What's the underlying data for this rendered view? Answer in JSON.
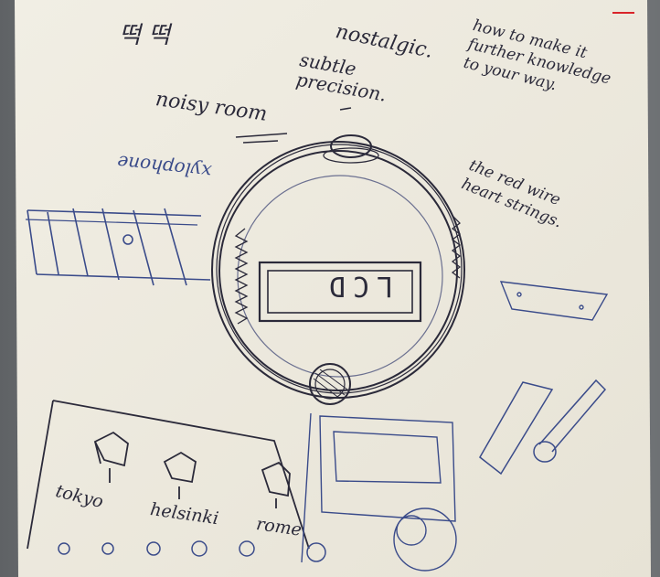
{
  "photo": {
    "subject": "handwritten sketch page of a dial/knob device design",
    "paper_color": "#efece2",
    "ink_color": "#2b2a3a",
    "blue_ink_color": "#3a4b8a",
    "red_mark_color": "#d9242a"
  },
  "handwriting": {
    "top_left_scribble": "떡 떡",
    "nostalgic": "nostalgic.",
    "subtle_precision": "subtle precision.",
    "noisy_room": "noisy room",
    "how_to_make": "how to make it further knowledge to your way.",
    "xylophone": "xylophone",
    "the_red_wire": "the red wire heart strings.",
    "lcd_display": "LCD",
    "tokyo": "tokyo",
    "helsinki": "helsinki",
    "rome": "rome"
  }
}
